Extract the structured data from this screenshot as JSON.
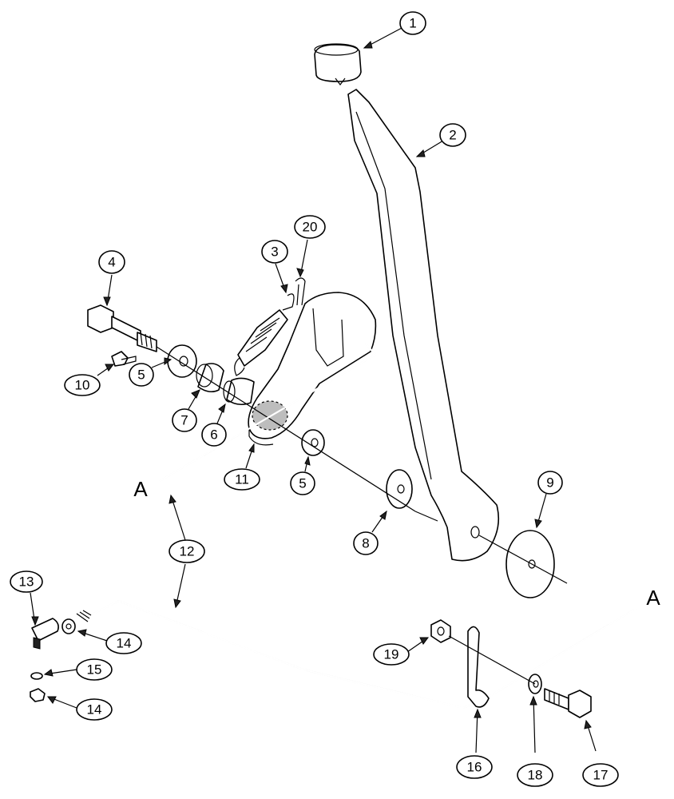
{
  "diagram": {
    "balloons": [
      {
        "id": "1",
        "label": "1"
      },
      {
        "id": "2",
        "label": "2"
      },
      {
        "id": "3",
        "label": "3"
      },
      {
        "id": "20",
        "label": "20"
      },
      {
        "id": "4",
        "label": "4"
      },
      {
        "id": "10",
        "label": "10"
      },
      {
        "id": "5a",
        "label": "5"
      },
      {
        "id": "7",
        "label": "7"
      },
      {
        "id": "6",
        "label": "6"
      },
      {
        "id": "11",
        "label": "11"
      },
      {
        "id": "5b",
        "label": "5"
      },
      {
        "id": "8",
        "label": "8"
      },
      {
        "id": "9",
        "label": "9"
      },
      {
        "id": "12",
        "label": "12"
      },
      {
        "id": "13",
        "label": "13"
      },
      {
        "id": "14a",
        "label": "14"
      },
      {
        "id": "15",
        "label": "15"
      },
      {
        "id": "14b",
        "label": "14"
      },
      {
        "id": "19",
        "label": "19"
      },
      {
        "id": "16",
        "label": "16"
      },
      {
        "id": "18",
        "label": "18"
      },
      {
        "id": "17",
        "label": "17"
      }
    ],
    "section_markers": [
      {
        "id": "A-left",
        "label": "A"
      },
      {
        "id": "A-right",
        "label": "A"
      }
    ]
  }
}
